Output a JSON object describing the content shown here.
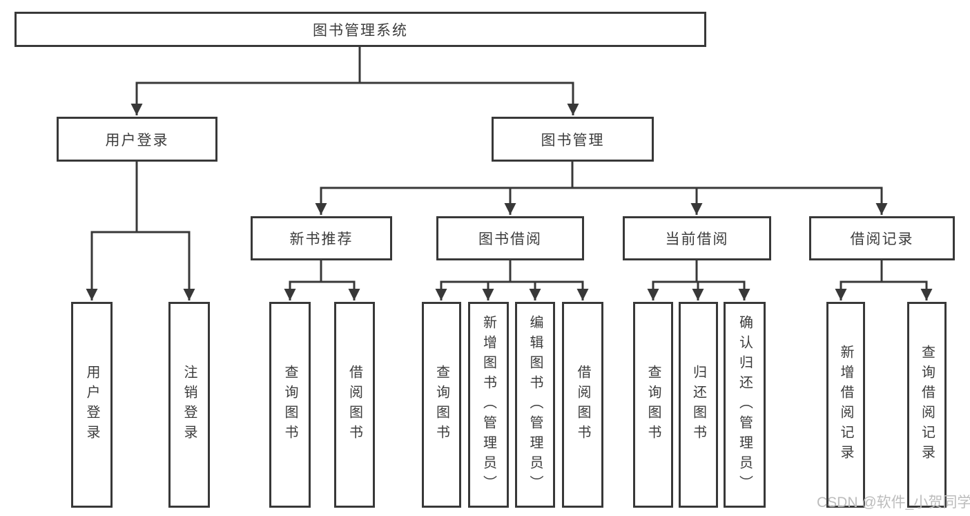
{
  "watermark": "CSDN @软件_小贺同学",
  "colors": {
    "line": "#383838",
    "box_border": "#383838",
    "box_fill": "#ffffff",
    "text": "#3c3c3c",
    "background": "#ffffff",
    "watermark": "#bcbcbc"
  },
  "tree": {
    "label": "图书管理系统",
    "children": [
      {
        "label": "用户登录",
        "children": [
          {
            "label": "用户登录"
          },
          {
            "label": "注销登录"
          }
        ]
      },
      {
        "label": "图书管理",
        "children": [
          {
            "label": "新书推荐",
            "children": [
              {
                "label": "查询图书"
              },
              {
                "label": "借阅图书"
              }
            ]
          },
          {
            "label": "图书借阅",
            "children": [
              {
                "label": "查询图书"
              },
              {
                "label": "新增图书（管理员）"
              },
              {
                "label": "编辑图书（管理员）"
              },
              {
                "label": "借阅图书"
              }
            ]
          },
          {
            "label": "当前借阅",
            "children": [
              {
                "label": "查询图书"
              },
              {
                "label": "归还图书"
              },
              {
                "label": "确认归还（管理员）"
              }
            ]
          },
          {
            "label": "借阅记录",
            "children": [
              {
                "label": "新增借阅记录"
              },
              {
                "label": "查询借阅记录"
              }
            ]
          }
        ]
      }
    ]
  }
}
